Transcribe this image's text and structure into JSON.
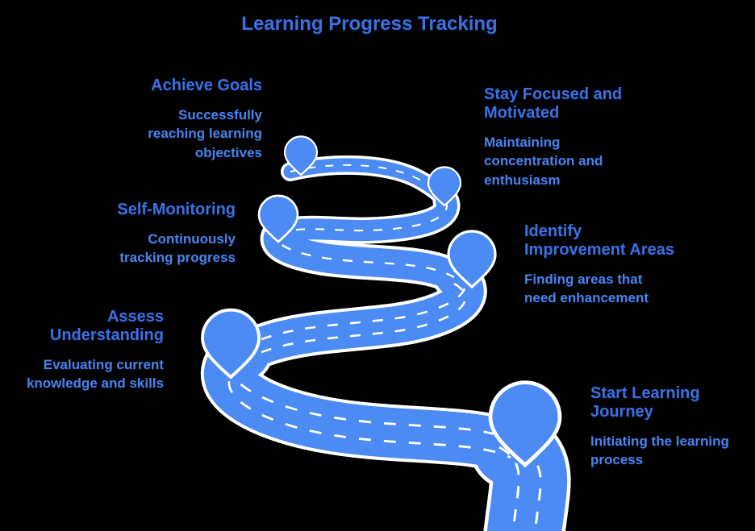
{
  "title": "Learning Progress Tracking",
  "colors": {
    "background": "#000000",
    "road-blue": "#4c8bf3",
    "pin-blue": "#4c8bf3",
    "casing-white": "#ffffff",
    "heading-blue": "#3c70dd",
    "body-blue": "#4a82e6"
  },
  "milestones": [
    {
      "title": "Start Learning Journey",
      "description": "Initiating the learning process"
    },
    {
      "title": "Assess Understanding",
      "description": "Evaluating current knowledge and skills"
    },
    {
      "title": "Identify Improvement Areas",
      "description": "Finding areas that need enhancement"
    },
    {
      "title": "Self-Monitoring",
      "description": "Continuously tracking progress"
    },
    {
      "title": "Stay Focused and Motivated",
      "description": "Maintaining concentration and enthusiasm"
    },
    {
      "title": "Achieve Goals",
      "description": "Successfully reaching learning objectives"
    }
  ]
}
